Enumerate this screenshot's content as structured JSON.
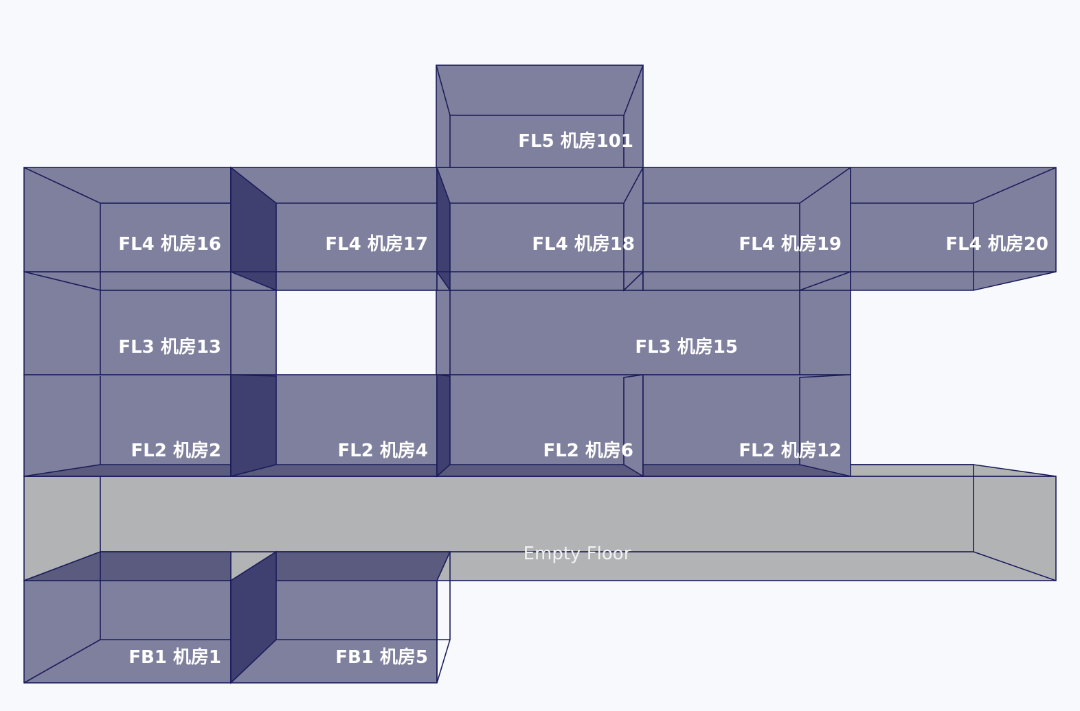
{
  "rooms": {
    "fl5_101": "FL5 机房101",
    "fl4_16": "FL4 机房16",
    "fl4_17": "FL4 机房17",
    "fl4_18": "FL4 机房18",
    "fl4_19": "FL4 机房19",
    "fl4_20": "FL4 机房20",
    "fl3_13": "FL3 机房13",
    "fl3_15": "FL3 机房15",
    "fl2_2": "FL2 机房2",
    "fl2_4": "FL2 机房4",
    "fl2_6": "FL2 机房6",
    "fl2_12": "FL2 机房12",
    "fb1_1": "FB1 机房1",
    "fb1_5": "FB1 机房5",
    "empty_floor": "Empty Floor"
  },
  "colors": {
    "room": "#7f809d",
    "room_side": "#3f4070",
    "empty_floor": "#b2b3b5",
    "edge": "#1b1c5a",
    "background": "#f7f9fd"
  }
}
